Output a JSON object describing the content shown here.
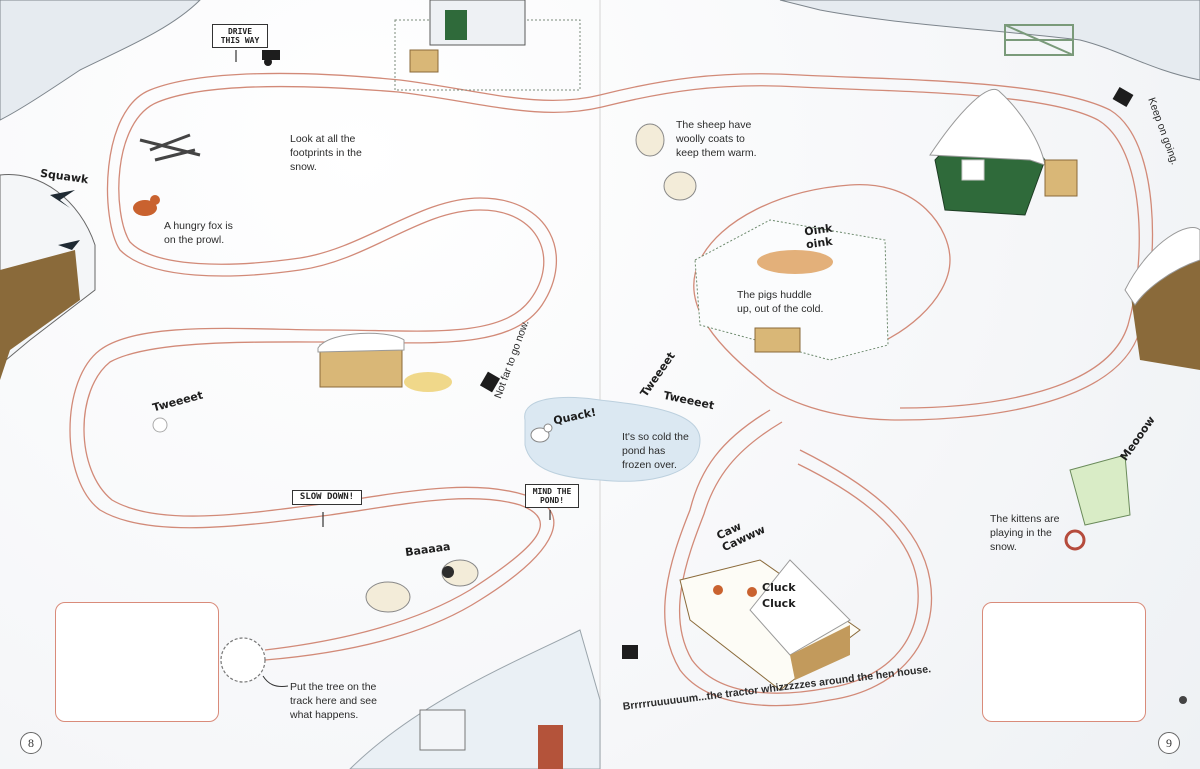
{
  "pages": {
    "left": "8",
    "right": "9"
  },
  "signs": {
    "drive_this_way": "DRIVE THIS WAY",
    "slow_down": "SLOW DOWN!",
    "mind_the_pond": "MIND THE POND!"
  },
  "captions": {
    "footprints": "Look at all the footprints in the snow.",
    "fox": "A hungry fox is on the prowl.",
    "sheep": "The sheep have woolly coats to keep them warm.",
    "pigs": "The pigs huddle up, out of the cold.",
    "pond": "It's so cold the pond has frozen over.",
    "kittens": "The kittens are playing in the snow.",
    "tree": "Put the tree on the track here and see what happens."
  },
  "sounds": {
    "squawk": "Squawk",
    "tweeeet_left": "Tweeeet",
    "tweeeet_a": "Tweeeet",
    "tweeeet_b": "Tweeeet",
    "quack": "Quack!",
    "oink": "Oink oink",
    "baaaaa": "Baaaaa",
    "caw": "Caw Cawww",
    "cluck": "Cluck Cluck",
    "meow": "Meooow"
  },
  "track_notes": {
    "nearly": "Not far to go now.",
    "keep_going": "Keep on going.",
    "brrr": "Brrrrruuuuuum...the tractor whizzzzzes around the hen house."
  },
  "colors": {
    "track": "#d28a78",
    "snow": "#ffffff",
    "wood": "#d9b777",
    "barn_green": "#2f6a3a",
    "ice": "#dbe8f2"
  },
  "icons": [
    "tractor-icon",
    "fox-icon",
    "sheep-icon",
    "pig-icon",
    "duck-icon",
    "hen-icon",
    "crow-icon",
    "cat-icon"
  ]
}
